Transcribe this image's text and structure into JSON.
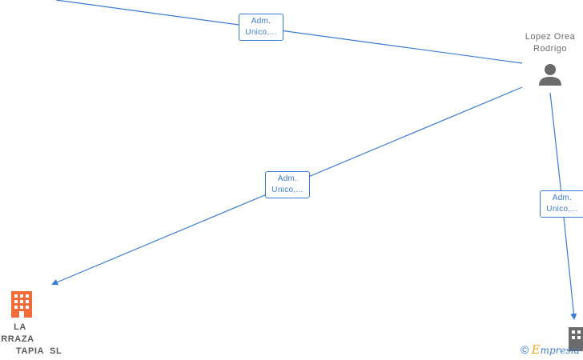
{
  "graph": {
    "person": {
      "name_line1": "Lopez Orea",
      "name_line2": "Rodrigo",
      "icon": "person-icon"
    },
    "companies": [
      {
        "name_line1": "LA",
        "name_line2": "ERRAZA",
        "name_line3": "TAPIA  SL",
        "icon": "building-icon",
        "color": "#f26b3a"
      },
      {
        "icon": "building-icon",
        "color": "#6b6b6b"
      }
    ],
    "edges": [
      {
        "label_line1": "Adm.",
        "label_line2": "Unico,..."
      },
      {
        "label_line1": "Adm.",
        "label_line2": "Unico,..."
      },
      {
        "label_line1": "Adm.",
        "label_line2": "Unico,..."
      }
    ],
    "colors": {
      "edge": "#3a7bd5",
      "company_accent": "#f26b3a",
      "person_icon": "#6b6b6b"
    }
  },
  "watermark": {
    "copyright": "©",
    "brand_initial": "E",
    "brand_rest": "mpresia"
  }
}
